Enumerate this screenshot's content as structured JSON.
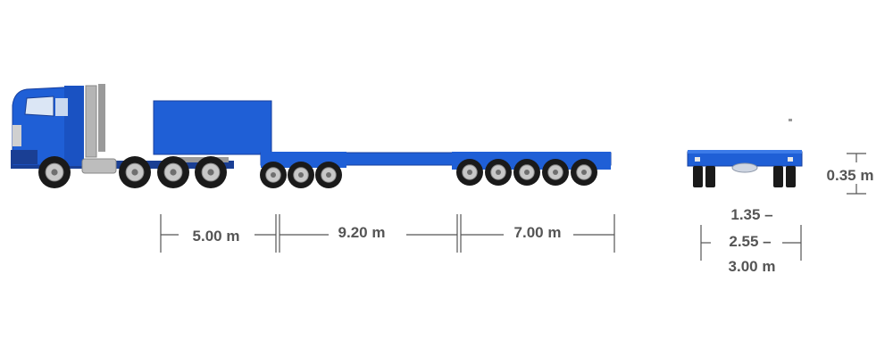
{
  "colors": {
    "vehicle_blue": "#1f5fd6",
    "vehicle_blue_dark": "#173f9e",
    "tire": "#1a1a1a",
    "rim": "#c8c8c8",
    "chrome": "#a8a8a8",
    "dimension": "#555555"
  },
  "side_view": {
    "dimensions": [
      {
        "label": "5.00 m"
      },
      {
        "label": "9.20 m"
      },
      {
        "label": "7.00 m"
      }
    ]
  },
  "rear_view": {
    "height_label": "0.35 m",
    "width_labels": [
      "1.35 –",
      "2.55 –",
      "3.00 m"
    ]
  }
}
